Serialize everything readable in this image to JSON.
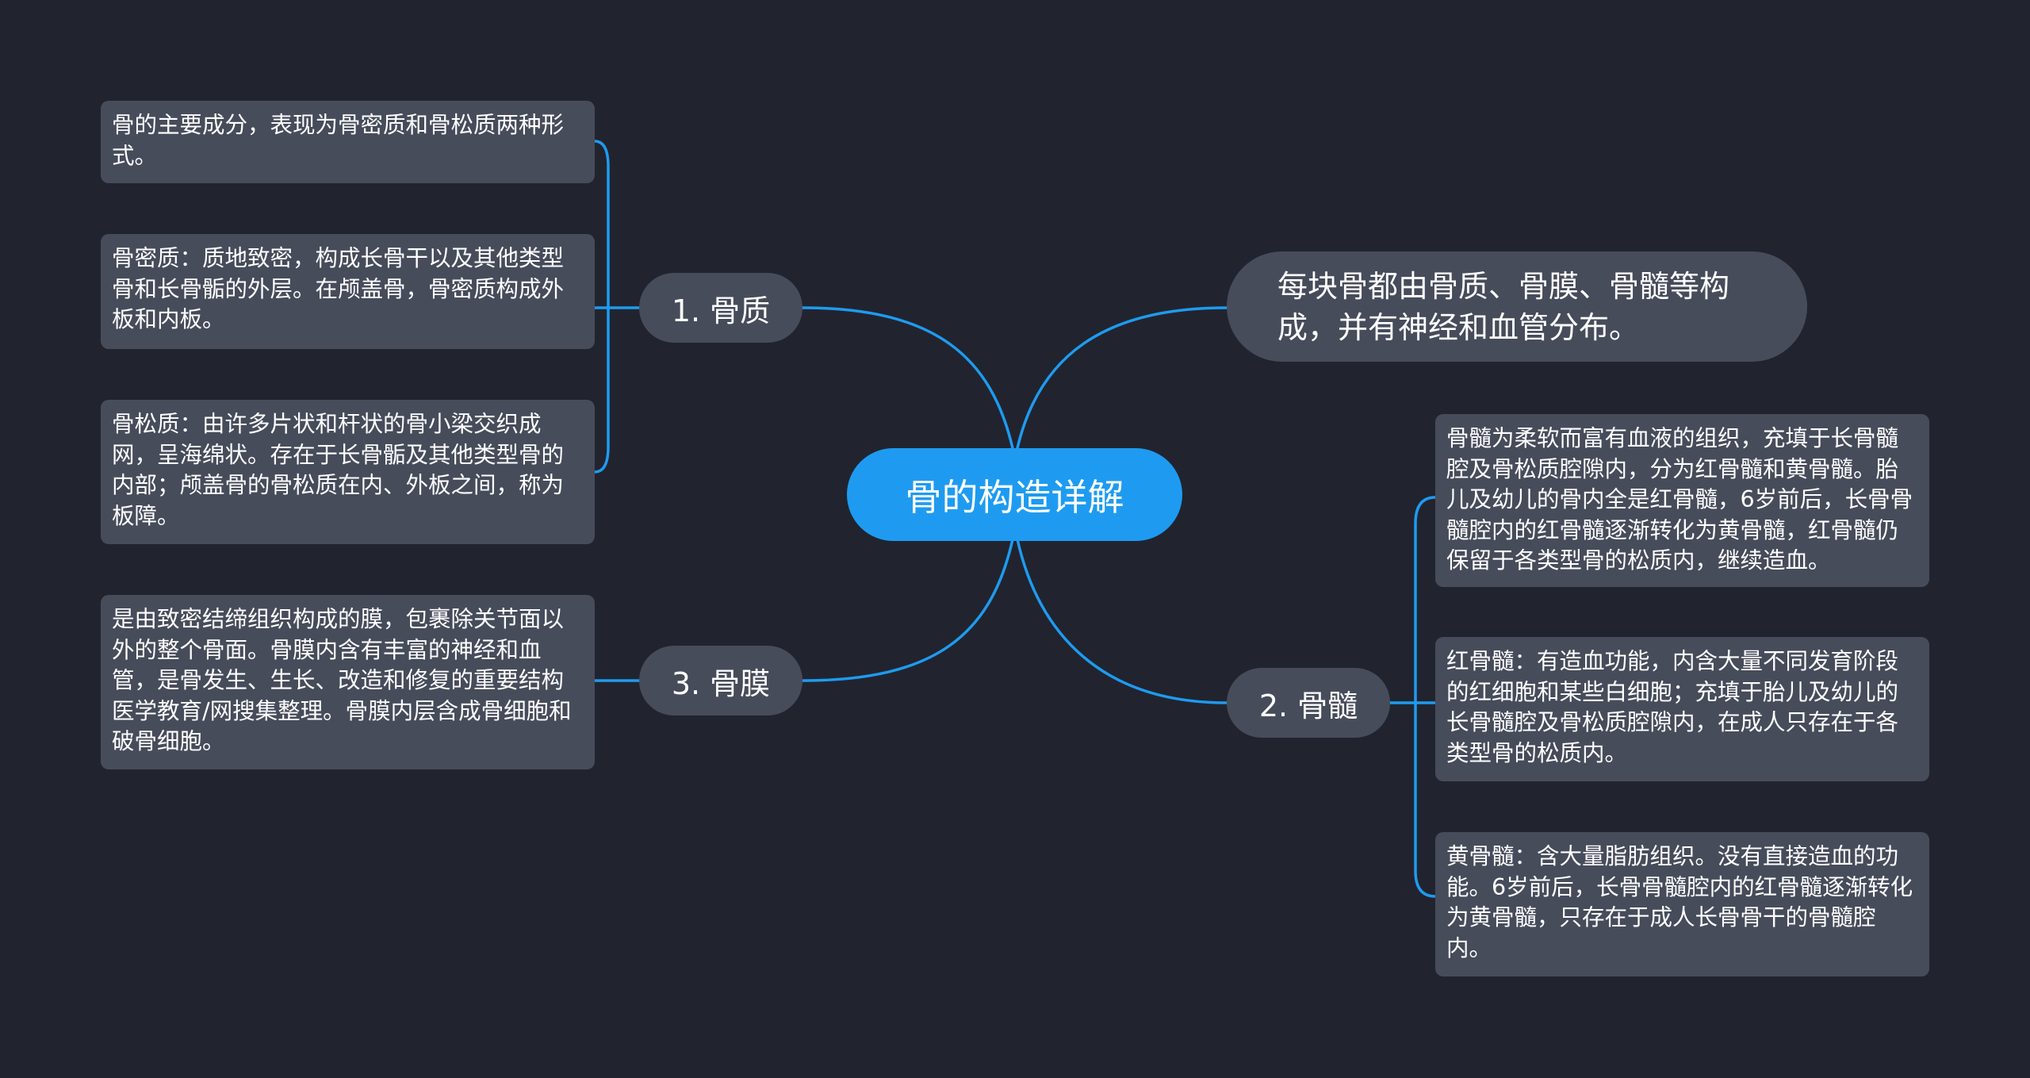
{
  "colors": {
    "background": "#21242f",
    "root_fill": "#1e9bf0",
    "node_fill": "#474c5b",
    "connector": "#1e9bf0",
    "text": "#ffffff"
  },
  "root": {
    "label": "骨的构造详解"
  },
  "summary": {
    "text": "每块骨都由骨质、骨膜、骨髓等构成，并有神经和血管分布。"
  },
  "branches": {
    "bone_substance": {
      "label": "1. 骨质",
      "details": [
        "骨的主要成分，表现为骨密质和骨松质两种形式。",
        "骨密质：质地致密，构成长骨干以及其他类型骨和长骨骺的外层。在颅盖骨，骨密质构成外板和内板。",
        "骨松质：由许多片状和杆状的骨小梁交织成网，呈海绵状。存在于长骨骺及其他类型骨的内部；颅盖骨的骨松质在内、外板之间，称为板障。"
      ]
    },
    "bone_marrow": {
      "label": "2. 骨髓",
      "details": [
        "骨髓为柔软而富有血液的组织，充填于长骨髓腔及骨松质腔隙内，分为红骨髓和黄骨髓。胎儿及幼儿的骨内全是红骨髓，6岁前后，长骨骨髓腔内的红骨髓逐渐转化为黄骨髓，红骨髓仍保留于各类型骨的松质内，继续造血。",
        "红骨髓：有造血功能，内含大量不同发育阶段的红细胞和某些白细胞；充填于胎儿及幼儿的长骨髓腔及骨松质腔隙内，在成人只存在于各类型骨的松质内。",
        "黄骨髓：含大量脂肪组织。没有直接造血的功能。6岁前后，长骨骨髓腔内的红骨髓逐渐转化为黄骨髓，只存在于成人长骨骨干的骨髓腔内。"
      ]
    },
    "periosteum": {
      "label": "3. 骨膜",
      "details": [
        "是由致密结缔组织构成的膜，包裹除关节面以外的整个骨面。骨膜内含有丰富的神经和血管，是骨发生、生长、改造和修复的重要结构医学教育/网搜集整理。骨膜内层含成骨细胞和破骨细胞。"
      ]
    }
  }
}
